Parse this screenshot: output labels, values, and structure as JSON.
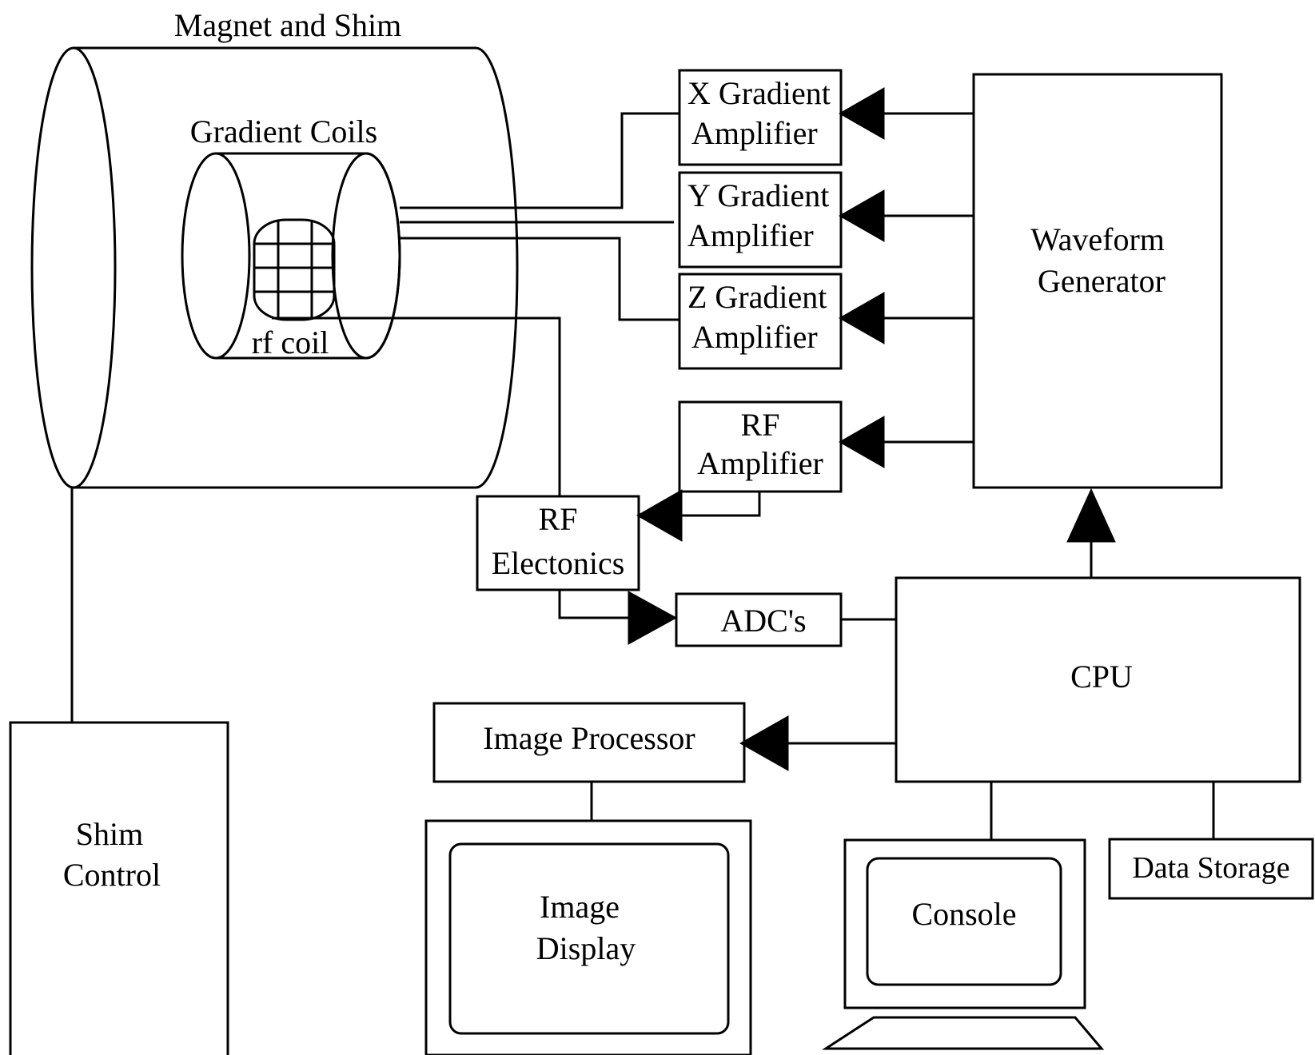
{
  "labels": {
    "magnet_and_shim": "Magnet and Shim",
    "gradient_coils": "Gradient Coils",
    "rf_coil": "rf coil",
    "x_gradient_1": "X Gradient",
    "x_gradient_2": "Amplifier",
    "y_gradient_1": "Y Gradient",
    "y_gradient_2": "Amplifier",
    "z_gradient_1": "Z Gradient",
    "z_gradient_2": "Amplifier",
    "rf_amplifier_1": "RF",
    "rf_amplifier_2": "Amplifier",
    "rf_electronics_1": "RF",
    "rf_electronics_2": "Electonics",
    "adcs": "ADC's",
    "waveform_1": "Waveform",
    "waveform_2": "Generator",
    "cpu": "CPU",
    "image_processor": "Image Processor",
    "image_display_1": "Image",
    "image_display_2": "Display",
    "console": "Console",
    "data_storage": "Data Storage",
    "shim_control_1": "Shim",
    "shim_control_2": "Control"
  }
}
